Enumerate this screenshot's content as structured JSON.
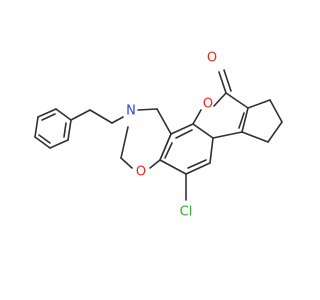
{
  "molecule": {
    "atoms": {
      "carbonyl_oxygen": {
        "symbol": "O",
        "color": "#e8281e"
      },
      "pyranone_oxygen": {
        "symbol": "O",
        "color": "#e8281e"
      },
      "oxazine_oxygen": {
        "symbol": "O",
        "color": "#e8281e"
      },
      "amine_nitrogen": {
        "symbol": "N",
        "color": "#2a3df0"
      },
      "chlorine": {
        "symbol": "Cl",
        "color": "#2fae2f"
      }
    },
    "bond_color": "#303030",
    "background": "#ffffff"
  }
}
